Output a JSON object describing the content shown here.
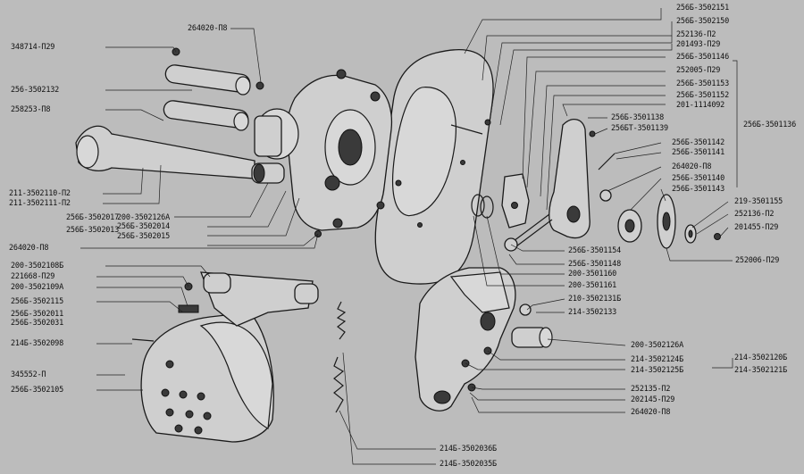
{
  "labels": {
    "l1": "264020-П8",
    "l2": "348714-П29",
    "l3": "256-3502132",
    "l4": "258253-П8",
    "l5": "211-3502110-П2",
    "l6": "211-3502111-П2",
    "l7": "256Б-3502017",
    "l8": "256Б-3502013",
    "l9": "200-3502126А",
    "l10": "256Б-3502014",
    "l11": "256Б-3502015",
    "l12": "264020-П8",
    "l13": "200-3502108Б",
    "l14": "221668-П29",
    "l15": "200-3502109А",
    "l16": "256Б-3502115",
    "l17": "256Б-3502011",
    "l18": "256Б-3502031",
    "l19": "214Б-3502098",
    "l20": "345552-П",
    "l21": "256Б-3502105",
    "l22": "256Б-3502151",
    "l23": "256Б-3502150",
    "l24": "252136-П2",
    "l25": "201493-П29",
    "l26": "256Б-3501146",
    "l27": "252005-П29",
    "l28": "256Б-3501153",
    "l29": "256Б-3501152",
    "l30": "201-1114092",
    "l31": "256Б-3501136",
    "l32": "256Б-3501138",
    "l33": "256БТ-3501139",
    "l34": "256Б-3501142",
    "l35": "256Б-3501141",
    "l36": "264020-П8",
    "l37": "256Б-3501140",
    "l38": "256Б-3501143",
    "l39": "219-3501155",
    "l40": "252136-П2",
    "l41": "201455-П29",
    "l42": "252006-П29",
    "l43": "256Б-3501154",
    "l44": "256Б-3501148",
    "l45": "200-3501160",
    "l46": "200-3501161",
    "l47": "210-3502131Б",
    "l48": "214-3502133",
    "l49": "200-3502126А",
    "l50": "214-3502124Б",
    "l51": "214-3502125Б",
    "l52": "214-3502120Б",
    "l53": "214-3502121Б",
    "l54": "252135-П2",
    "l55": "202145-П29",
    "l56": "264020-П8",
    "l57": "214Б-3502036Б",
    "l58": "214Б-3502035Б"
  }
}
